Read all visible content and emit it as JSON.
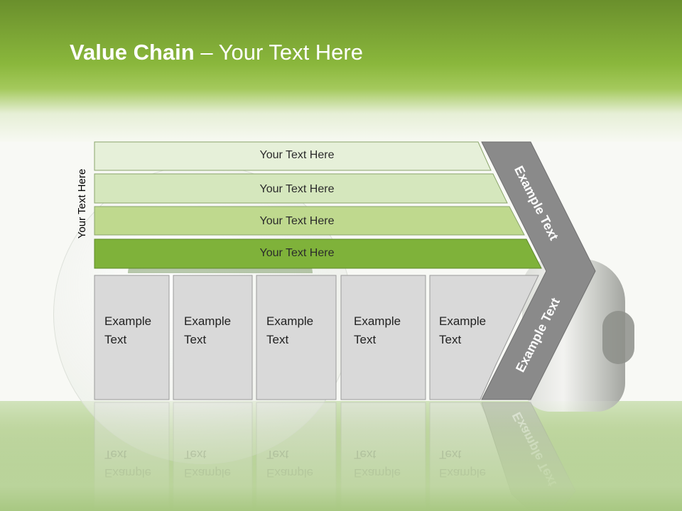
{
  "title": {
    "bold": "Value Chain",
    "rest": " – Your Text Here"
  },
  "side_label": "Your Text Here",
  "bars": [
    {
      "label": "Your Text Here",
      "color": "#e6f0d9"
    },
    {
      "label": "Your Text Here",
      "color": "#d5e7bd"
    },
    {
      "label": "Your Text Here",
      "color": "#bfd98e"
    },
    {
      "label": "Your Text Here",
      "color": "#7fb23a"
    }
  ],
  "boxes": [
    {
      "line1": "Example",
      "line2": "Text"
    },
    {
      "line1": "Example",
      "line2": "Text"
    },
    {
      "line1": "Example",
      "line2": "Text"
    },
    {
      "line1": "Example",
      "line2": "Text"
    },
    {
      "line1": "Example",
      "line2": "Text"
    }
  ],
  "chevron": {
    "top_label": "Example Text",
    "bottom_label": "Example Text",
    "color": "#8a8a8a"
  },
  "colors": {
    "header_green": "#8ab73c",
    "box_fill": "#d9d9d9",
    "box_stroke": "#9a9a9a"
  }
}
